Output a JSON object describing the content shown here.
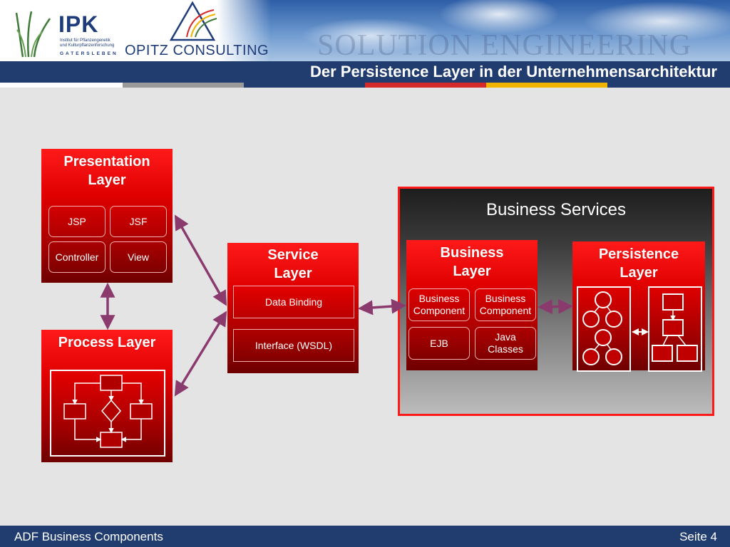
{
  "header": {
    "watermark": "SOLUTION ENGINEERING",
    "ipk_logo": {
      "name": "IPK",
      "subtitle": "Institut für Pflanzengenetik und Kulturpflanzenforschung",
      "place": "GATERSLEBEN"
    },
    "opitz_logo": "OPITZ CONSULTING",
    "title": "Der Persistence Layer in der Unternehmensarchitektur",
    "stripe_colors": [
      "#ffffff",
      "#213c6e",
      "#d42a2a",
      "#f0b400",
      "#213c6e"
    ]
  },
  "diagram": {
    "presentation_layer": {
      "title_line1": "Presentation",
      "title_line2": "Layer",
      "items": [
        "JSP",
        "JSF",
        "Controller",
        "View"
      ]
    },
    "process_layer": {
      "title": "Process Layer"
    },
    "service_layer": {
      "title_line1": "Service",
      "title_line2": "Layer",
      "items": [
        "Data Binding",
        "Interface (WSDL)"
      ]
    },
    "business_services": {
      "title": "Business Services"
    },
    "business_layer": {
      "title_line1": "Business",
      "title_line2": "Layer",
      "items": [
        {
          "line1": "Business",
          "line2": "Component"
        },
        {
          "line1": "Business",
          "line2": "Component"
        },
        {
          "line1": "EJB",
          "line2": ""
        },
        {
          "line1": "Java",
          "line2": "Classes"
        }
      ]
    },
    "persistence_layer": {
      "title_line1": "Persistence",
      "title_line2": "Layer"
    },
    "colors": {
      "box_red": "#e00000",
      "arrow": "#8b3a6e",
      "title_bar": "#213c6e"
    }
  },
  "footer": {
    "left": "ADF Business Components",
    "right": "Seite 4"
  }
}
